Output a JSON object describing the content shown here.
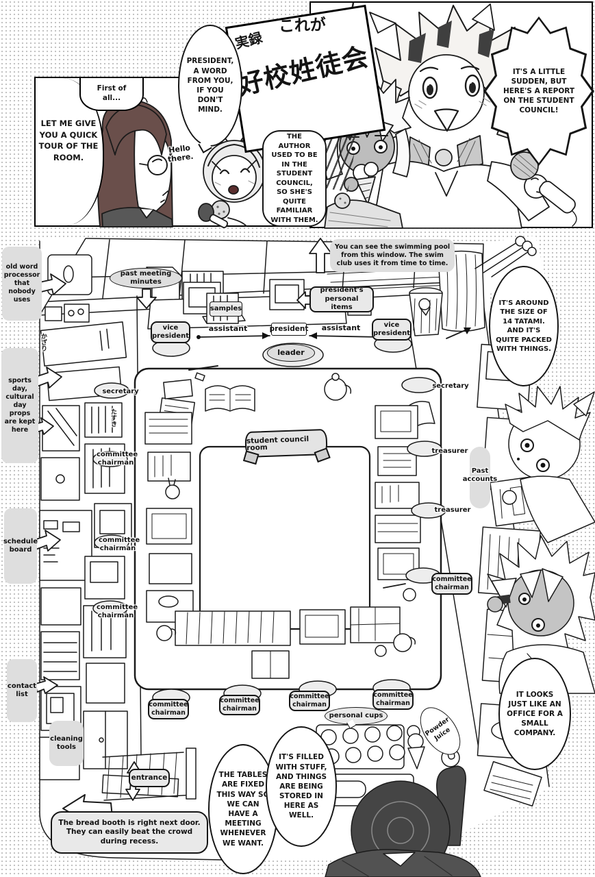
{
  "panels": {
    "p1": {
      "first": "First of all...",
      "tour": "LET ME GIVE YOU A QUICK TOUR OF THE ROOM.",
      "word": "PRESIDENT, A WORD FROM YOU, IF YOU DON'T MIND.",
      "hello": "Hello there."
    },
    "p2": {
      "sign": {
        "a": "実録",
        "b": "これが",
        "c": "好校姓徒会"
      },
      "sudden": "IT'S A LITTLE SUDDEN, BUT HERE'S A REPORT ON THE STUDENT COUNCIL!",
      "author": "THE AUTHOR USED TO BE IN THE STUDENT COUNCIL, SO SHE'S QUITE FAMILIAR WITH THEM."
    }
  },
  "diagram": {
    "banner": "student council room",
    "notes": {
      "old_word_processor": "old word processor that nobody uses",
      "past_meeting_minutes": "past meeting minutes",
      "swimming_pool": "You can see the swimming pool from this window. The swim club uses it from time to time.",
      "samples": "samples",
      "presidents_items": "president's personal items",
      "sports_day": "sports day, cultural day props are kept here",
      "schedule_board": "schedule board",
      "contact_list": "contact list",
      "cleaning_tools": "cleaning tools",
      "entrance": "entrance",
      "personal_cups": "personal cups",
      "powder_juice": "Powder Juice",
      "past_accounts": "Past accounts",
      "bread_booth": "The bread booth is right next door. They can easily beat the crowd during recess."
    },
    "seats": {
      "vice_president_left": "vice president",
      "vice_president_right": "vice president",
      "assistant_left": "assistant",
      "assistant_right": "assistant",
      "president": "president",
      "leader": "leader",
      "secretary_left": "secretary",
      "secretary_right": "secretary",
      "treasurer_upper": "treasurer",
      "treasurer_lower": "treasurer",
      "cc1": "committee chairman",
      "cc2": "committee chairman",
      "cc3": "committee chairman",
      "cc4": "committee chairman",
      "cc5": "committee chairman",
      "cc6": "committee chairman",
      "cc7": "committee chairman",
      "cc8": "committee chairman"
    },
    "bubbles": {
      "tatami": "IT'S AROUND THE SIZE OF 14 TATAMI. AND IT'S QUITE PACKED WITH THINGS.",
      "office": "IT LOOKS JUST LIKE AN OFFICE FOR A SMALL COMPANY.",
      "tables_fixed": "THE TABLES ARE FIXED THIS WAY SO WE CAN HAVE A MEETING WHENEVER WE WANT.",
      "filled_stuff": "IT'S FILLED WITH STUFF, AND THINGS ARE BEING STORED IN HERE AS WELL."
    },
    "wall": {
      "kazari": "かざり",
      "tasuki": "たすき"
    }
  }
}
